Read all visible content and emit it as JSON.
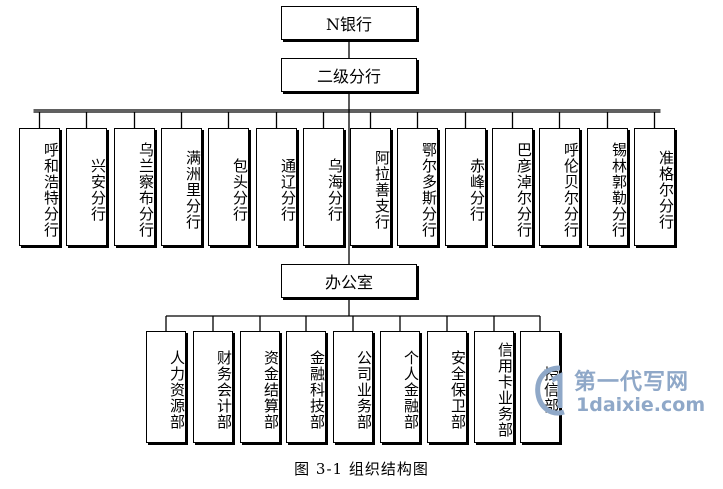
{
  "root": "N银行",
  "level2": "二级分行",
  "branches": [
    "呼和浩特分行",
    "兴安分行",
    "乌兰察布分行",
    "满洲里分行",
    "包头分行",
    "通辽分行",
    "乌海分行",
    "阿拉善支行",
    "鄂尔多斯分行",
    "赤峰分行",
    "巴彦淖尔分行",
    "呼伦贝尔分行",
    "锡林郭勒分行",
    "准格尔分行"
  ],
  "office": "办公室",
  "departments": [
    "人力资源部",
    "财务会计部",
    "资金结算部",
    "金融科技部",
    "公司业务部",
    "个人金融部",
    "安全保卫部",
    "信用卡业务部",
    "授信部"
  ],
  "caption": "图 3-1    组织结构图",
  "watermark": {
    "cn": "第一代写网",
    "en": "1daixie.com",
    "color": "#8fa8c8"
  }
}
